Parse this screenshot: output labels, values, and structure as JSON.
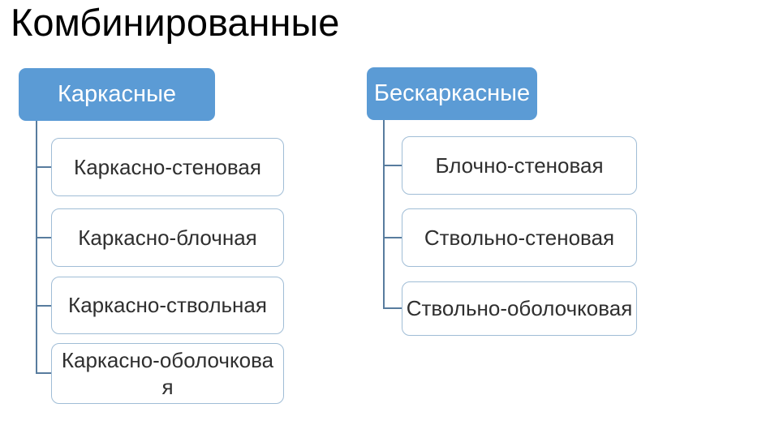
{
  "slide": {
    "title": "Комбинированные",
    "colors": {
      "background": "#FFFFFF",
      "title_text": "#000000",
      "header_fill": "#5B9BD5",
      "header_text": "#FFFFFF",
      "item_fill": "#FFFFFF",
      "item_border": "#A0BDD6",
      "item_text": "#2F2F2F",
      "connector": "#587C9E"
    }
  },
  "left_branch": {
    "header": "Каркасные",
    "items": [
      {
        "label": "Каркасно-стеновая"
      },
      {
        "label": "Каркасно-блочная"
      },
      {
        "label": "Каркасно-ствольная"
      },
      {
        "label": "Каркасно-оболочковая",
        "lines": [
          "Каркасно-оболочкова",
          "я"
        ]
      }
    ]
  },
  "right_branch": {
    "header": "Бескаркасные",
    "items": [
      {
        "label": "Блочно-стеновая"
      },
      {
        "label": "Ствольно-стеновая"
      },
      {
        "label": "Ствольно-оболочковая"
      }
    ]
  }
}
